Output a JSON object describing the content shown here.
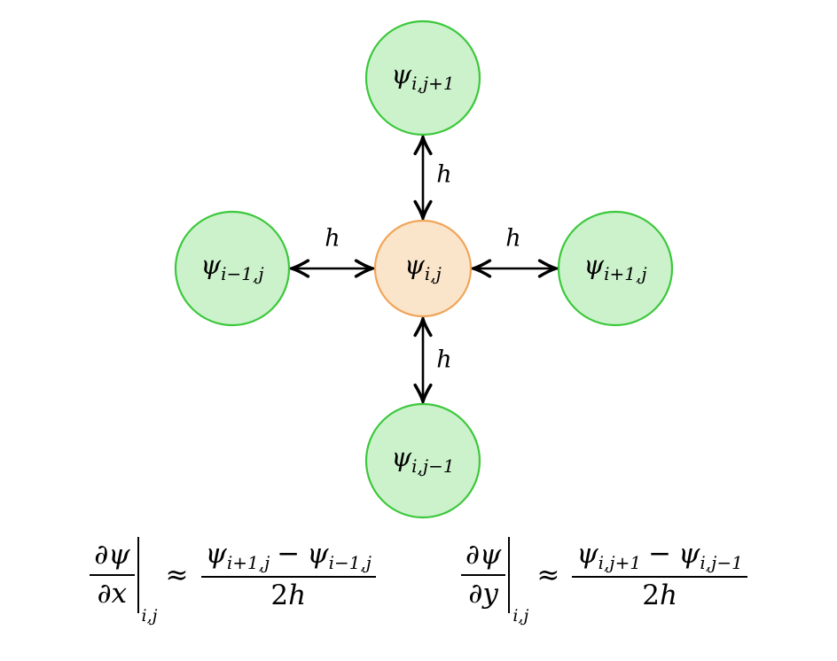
{
  "diagram": {
    "colors": {
      "neighbor_fill": "#ccf2cc",
      "neighbor_stroke": "#3cc83c",
      "center_fill": "#fbe5ca",
      "center_stroke": "#f0a55a",
      "arrow": "#000000"
    },
    "nodes": {
      "top": {
        "symbol": "ψ",
        "subscript": "i,j+1"
      },
      "left": {
        "symbol": "ψ",
        "subscript": "i−1,j"
      },
      "center": {
        "symbol": "ψ",
        "subscript": "i,j"
      },
      "right": {
        "symbol": "ψ",
        "subscript": "i+1,j"
      },
      "bottom": {
        "symbol": "ψ",
        "subscript": "i,j−1"
      }
    },
    "edge_labels": {
      "top": "h",
      "left": "h",
      "right": "h",
      "bottom": "h"
    }
  },
  "formulas": {
    "x": {
      "lhs_numerator": "∂ψ",
      "lhs_denominator": "∂x",
      "eval_subscript": "i,j",
      "relation": "≈",
      "term1_symbol": "ψ",
      "term1_subscript": "i+1,j",
      "operator": "−",
      "term2_symbol": "ψ",
      "term2_subscript": "i−1,j",
      "den_coefficient": "2",
      "den_variable": "h"
    },
    "y": {
      "lhs_numerator": "∂ψ",
      "lhs_denominator": "∂y",
      "eval_subscript": "i,j",
      "relation": "≈",
      "term1_symbol": "ψ",
      "term1_subscript": "i,j+1",
      "operator": "−",
      "term2_symbol": "ψ",
      "term2_subscript": "i,j−1",
      "den_coefficient": "2",
      "den_variable": "h"
    }
  }
}
